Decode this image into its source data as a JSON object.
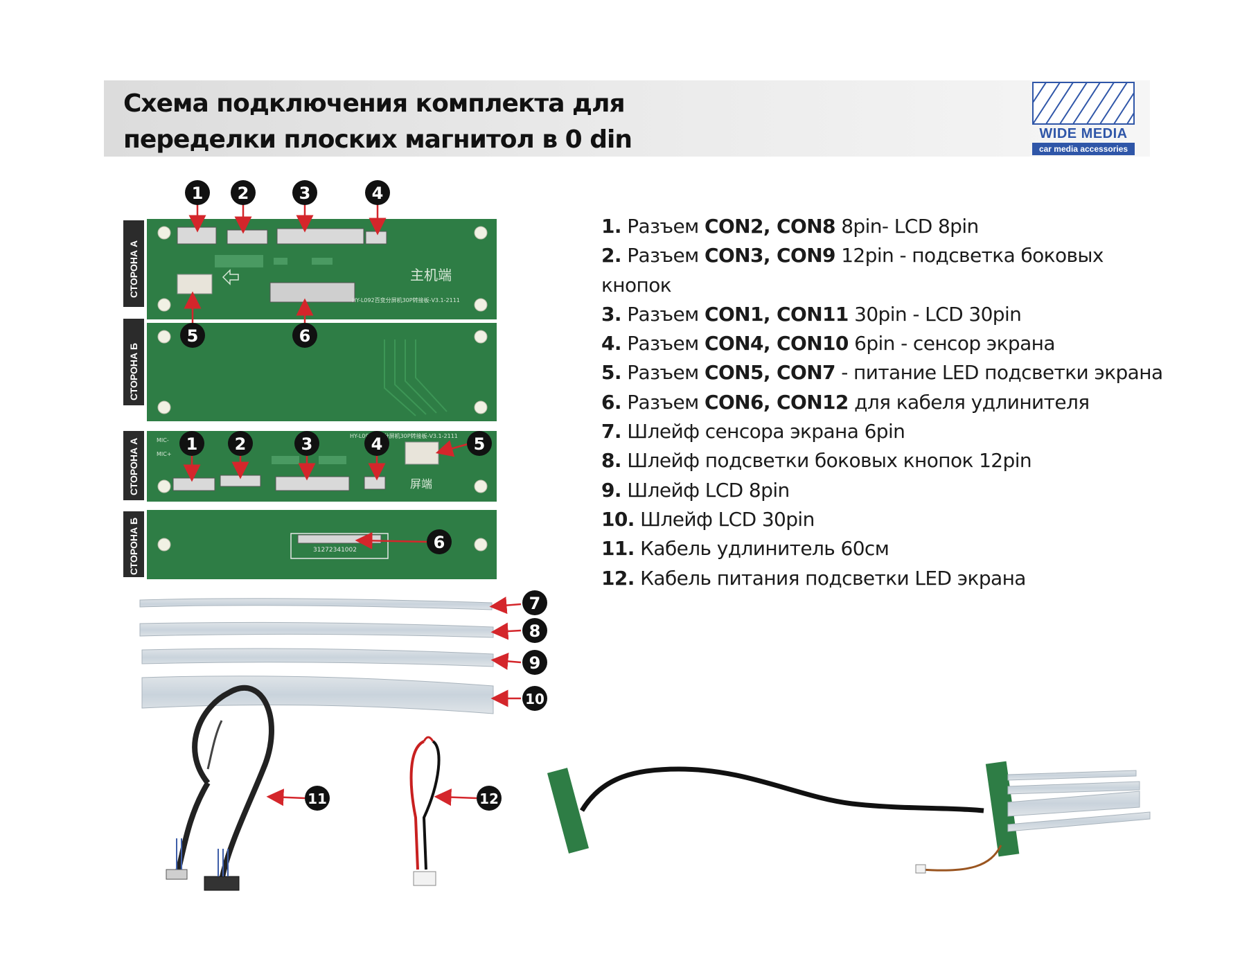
{
  "header": {
    "title_line1": "Схема подключения комплекта для",
    "title_line2": "переделки плоских магнитол в 0 din",
    "logo_name": "WIDE MEDIA",
    "logo_tagline": "car media accessories",
    "logo_icon": "wm-logo-icon",
    "band_color": "#e2e2e2",
    "brand_color": "#2f56a8"
  },
  "boards": {
    "side_a": "СТОРОНА А",
    "side_b": "СТОРОНА Б",
    "board1_silk_cn": "主机端",
    "board1_silk_model": "HY-L092百变分屏机30P转接板-V3.1-2111",
    "board2_silk_cn": "屏端",
    "board2_silk_model": "HY-L092百变分屏机30P转接板-V3.1-2111",
    "board2_mic1": "MIC-",
    "board2_mic2": "MIC+",
    "connector_serial": "31272341002",
    "pcb_color": "#2e7d45"
  },
  "markers": {
    "m1": "1",
    "m2": "2",
    "m3": "3",
    "m4": "4",
    "m5": "5",
    "m6": "6",
    "m7": "7",
    "m8": "8",
    "m9": "9",
    "m10": "10",
    "m11": "11",
    "m12": "12"
  },
  "legend": [
    {
      "num": "1.",
      "pre": " Разъем ",
      "bold": "CON2, CON8",
      "post": " 8pin- LCD 8pin"
    },
    {
      "num": "2.",
      "pre": " Разъем ",
      "bold": "CON3, CON9",
      "post": " 12pin - подсветка боковых кнопок"
    },
    {
      "num": "3.",
      "pre": " Разъем ",
      "bold": "CON1, CON11",
      "post": " 30pin - LCD 30pin"
    },
    {
      "num": "4.",
      "pre": " Разъем ",
      "bold": "CON4, CON10",
      "post": " 6pin - сенсор экрана"
    },
    {
      "num": "5.",
      "pre": " Разъем ",
      "bold": "CON5, CON7",
      "post": " - питание LED подсветки экрана"
    },
    {
      "num": "6.",
      "pre": " Разъем ",
      "bold": "CON6, CON12",
      "post": " для кабеля удлинителя"
    },
    {
      "num": "7.",
      "pre": " Шлейф сенсора экрана 6pin",
      "bold": "",
      "post": ""
    },
    {
      "num": "8.",
      "pre": " Шлейф подсветки боковых кнопок 12pin",
      "bold": "",
      "post": ""
    },
    {
      "num": "9.",
      "pre": " Шлейф LCD 8pin",
      "bold": "",
      "post": ""
    },
    {
      "num": "10.",
      "pre": " Шлейф LCD 30pin",
      "bold": "",
      "post": ""
    },
    {
      "num": "11.",
      "pre": " Кабель удлинитель 60см",
      "bold": "",
      "post": ""
    },
    {
      "num": "12.",
      "pre": " Кабель питания подсветки LED экрана",
      "bold": "",
      "post": ""
    }
  ]
}
